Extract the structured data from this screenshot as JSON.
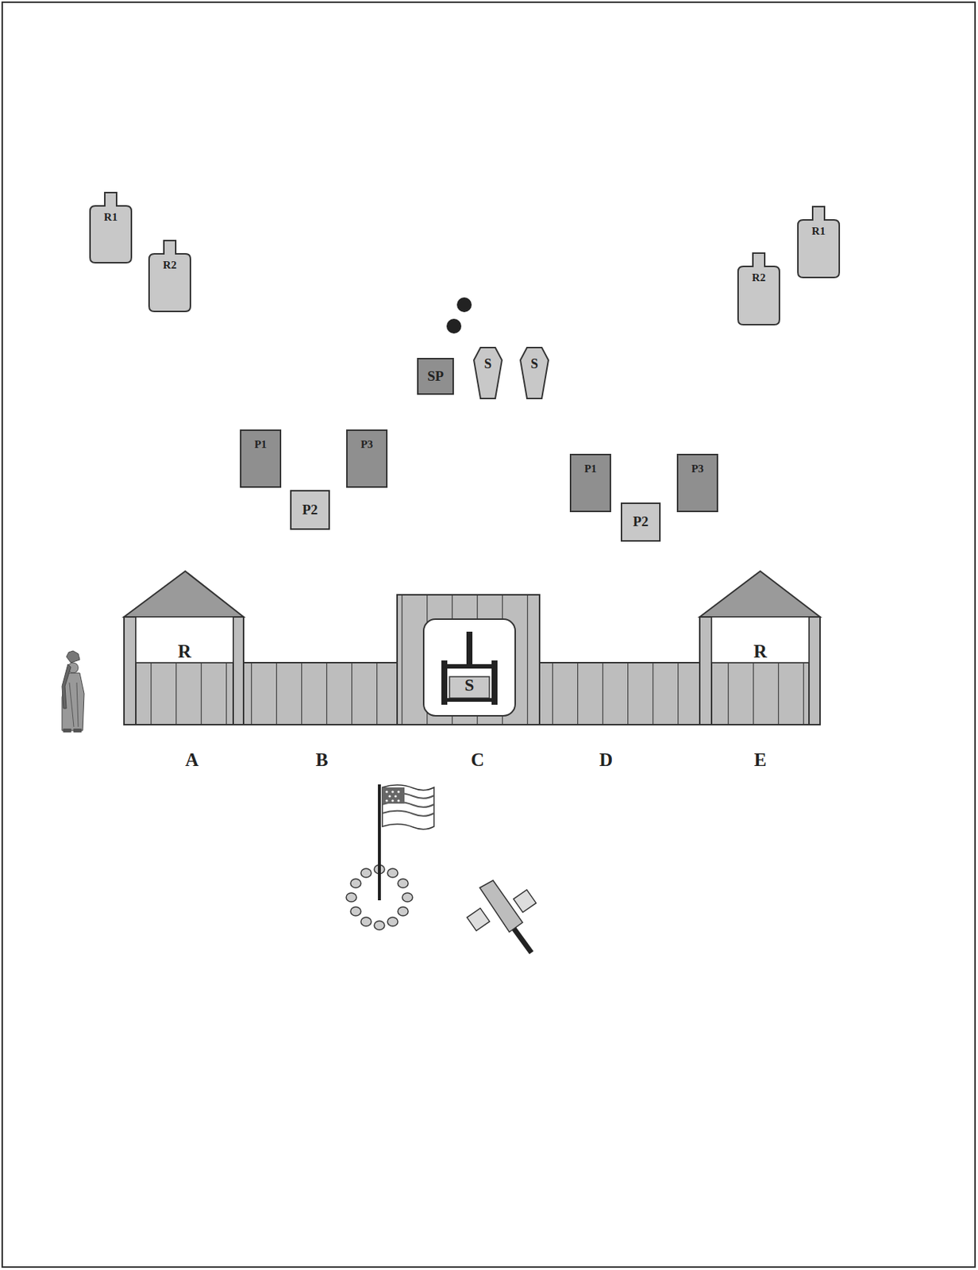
{
  "diagram": {
    "nodes": [
      {
        "text": [
          "R1"
        ]
      },
      {
        "text": [
          "R2"
        ]
      },
      {
        "text": [
          "R1"
        ]
      },
      {
        "text": [
          "R2"
        ]
      },
      {
        "text": [
          "SP"
        ]
      },
      {
        "text": [
          "S"
        ]
      },
      {
        "text": [
          "S"
        ]
      },
      {
        "text": [
          "P1"
        ]
      },
      {
        "text": [
          "P3"
        ]
      },
      {
        "text": [
          "P2"
        ]
      },
      {
        "text": [
          "P1"
        ]
      },
      {
        "text": [
          "P3"
        ]
      },
      {
        "text": [
          "P2"
        ]
      },
      {
        "text": [
          "R"
        ]
      },
      {
        "text": [
          "S"
        ]
      },
      {
        "text": [
          "R"
        ]
      }
    ],
    "labels": [
      "A",
      "B",
      "C",
      "D",
      "E"
    ]
  }
}
